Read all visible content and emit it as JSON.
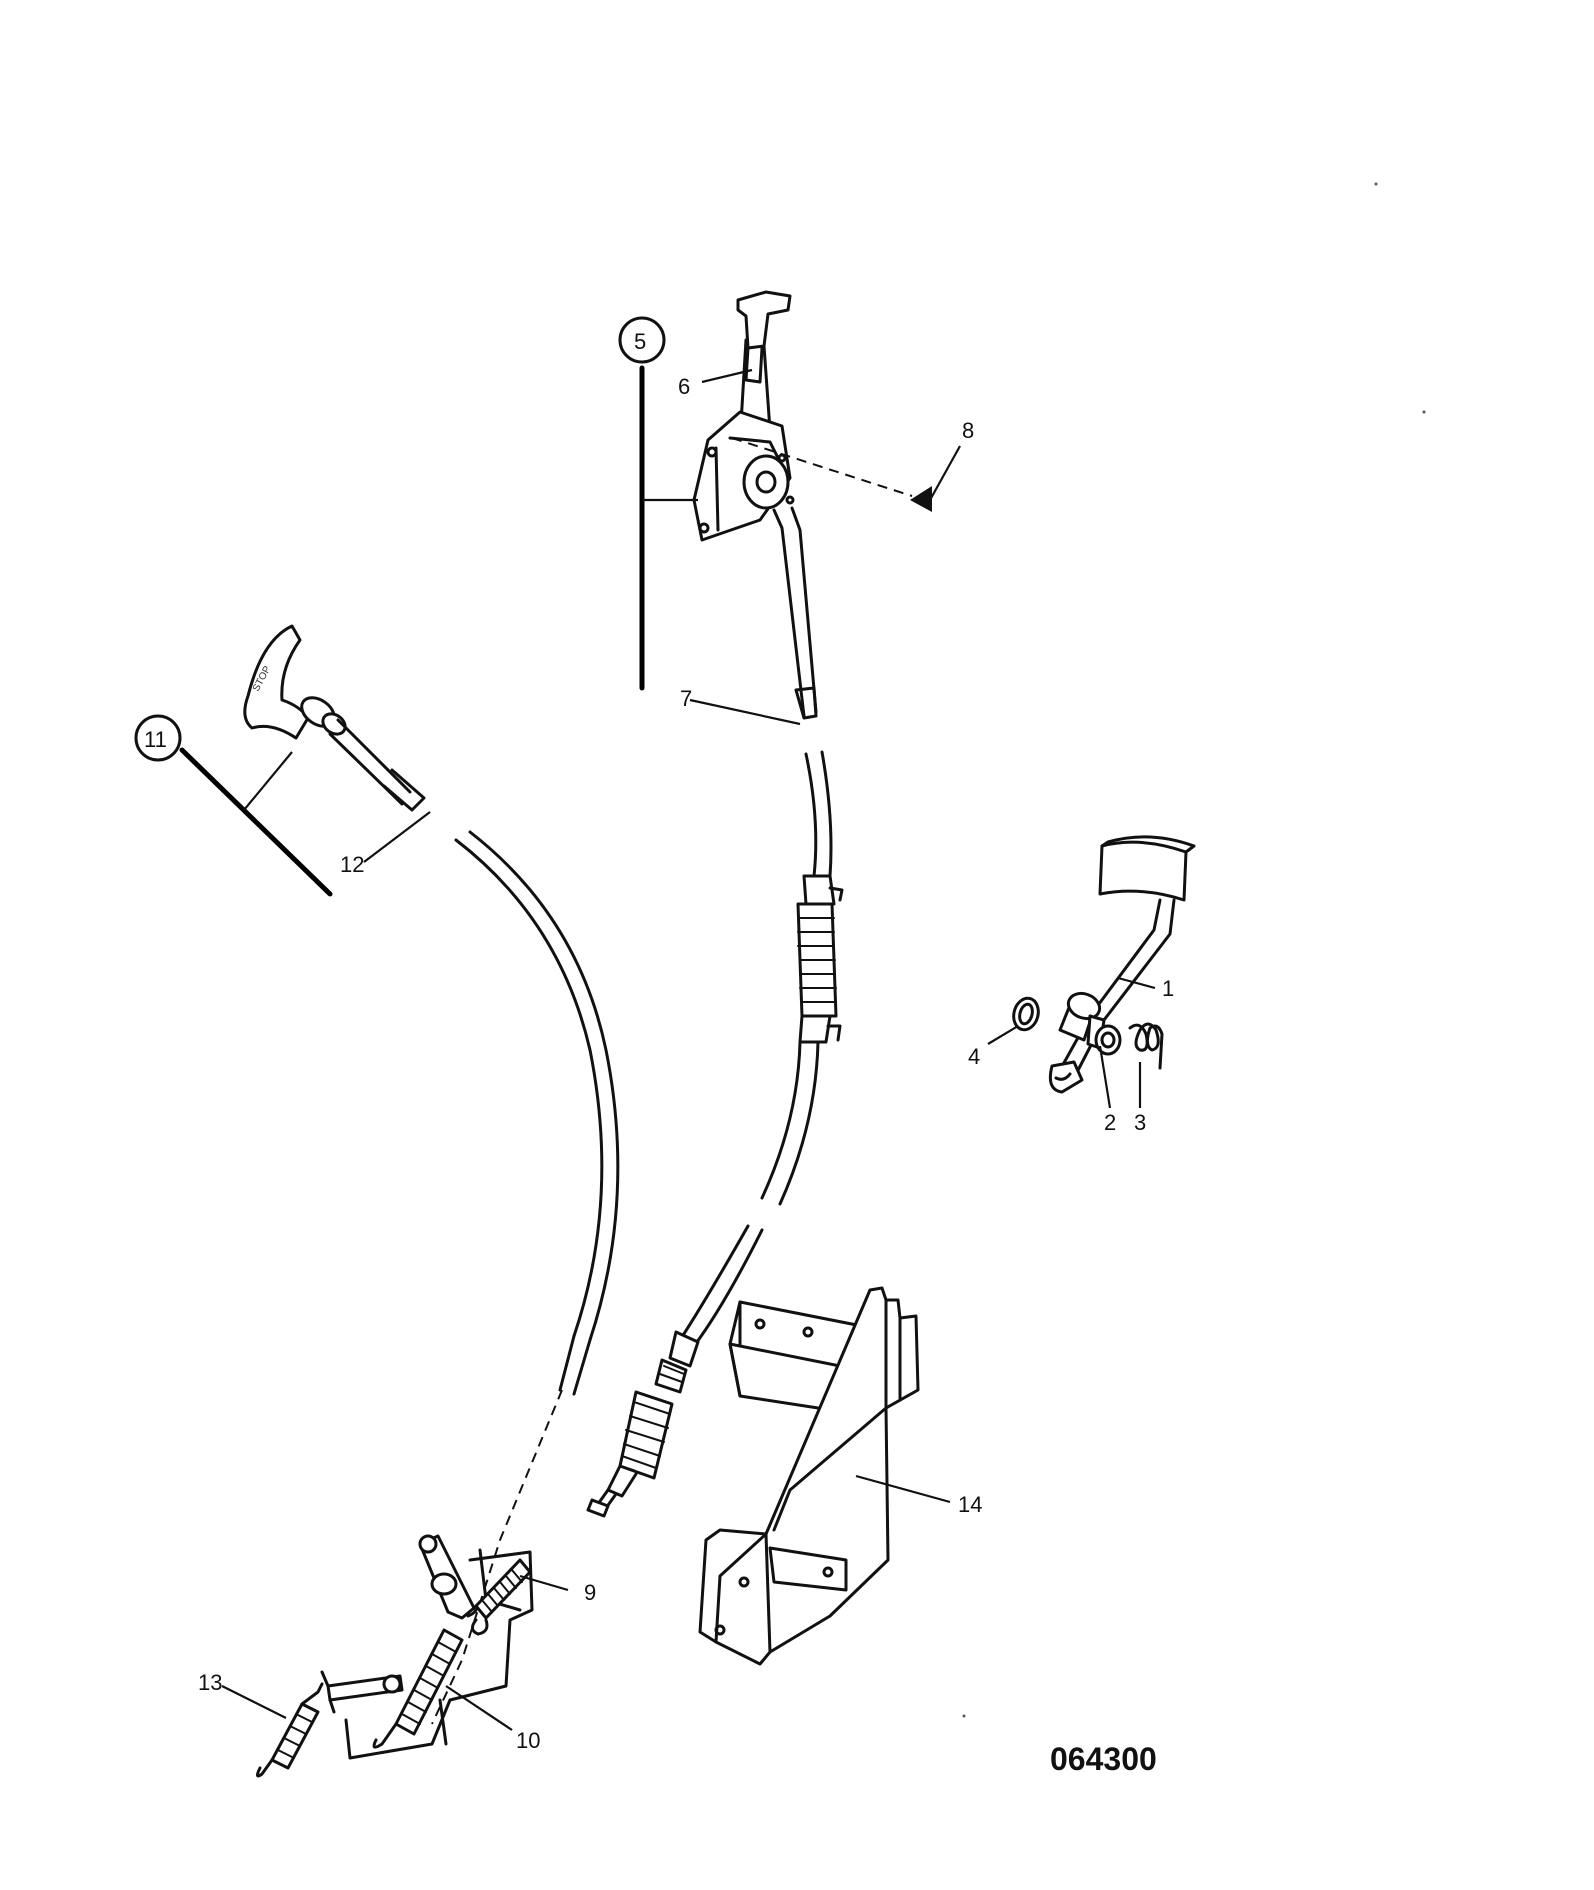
{
  "callouts": {
    "c1": "1",
    "c2": "2",
    "c3": "3",
    "c4": "4",
    "c5": "5",
    "c6": "6",
    "c7": "7",
    "c8": "8",
    "c9": "9",
    "c10": "10",
    "c11": "11",
    "c12": "12",
    "c13": "13",
    "c14": "14"
  },
  "knob_text": "STOP",
  "drawing_number": "064300"
}
